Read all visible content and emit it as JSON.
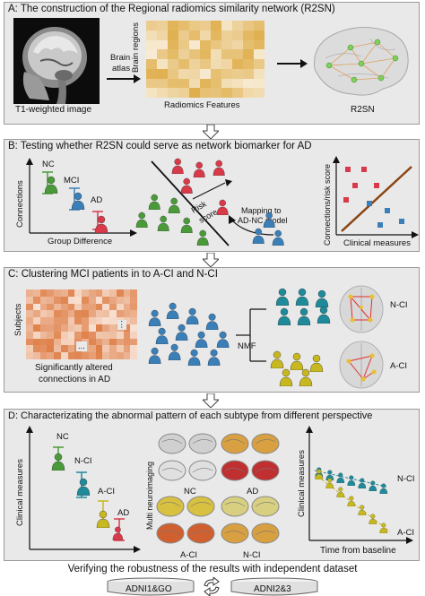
{
  "panel_a": {
    "title": "A: The construction of the Regional radiomics similarity network (R2SN)",
    "t1_label": "T1-weighted image",
    "brain_atlas": "Brain\natlas",
    "brain_atlas_l1": "Brain",
    "brain_atlas_l2": "atlas",
    "brain_regions": "Brain regions",
    "radiomics_features": "Radiomics Features",
    "r2sn_label": "R2SN"
  },
  "panel_b": {
    "title": "B: Testing whether R2SN could serve as network biomarker for AD",
    "nc": "NC",
    "mci": "MCI",
    "ad": "AD",
    "connections": "Connections",
    "group_difference": "Group Difference",
    "risk": "Risk",
    "score": "score",
    "mapping_l1": "Mapping to",
    "mapping_l2": "AD-NC model",
    "conn_risk": "Connections/risk score",
    "clinical_measures": "Clinical measures"
  },
  "panel_c": {
    "title": "C: Clustering MCI patients in to A-CI and N-CI",
    "subjects": "Subjects",
    "sig_l1": "Significantly altered",
    "sig_l2": "connections in AD",
    "nmf": "NMF",
    "nci": "N-CI",
    "aci": "A-CI",
    "dots": "...",
    "vdots": "⋮"
  },
  "panel_d": {
    "title": "D: Characterizating the abnormal pattern of each subtype from different perspective",
    "nc": "NC",
    "nci": "N-CI",
    "aci": "A-CI",
    "ad": "AD",
    "clinical_measures": "Clinical measures",
    "multi_neuro": "Multi neuroimaging",
    "brain_nc": "NC",
    "brain_ad": "AD",
    "brain_aci": "A-CI",
    "brain_nci": "N-CI",
    "clin_right": "Clinical measures",
    "time": "Time from baseline",
    "nci_right": "N-CI",
    "aci_right": "A-CI"
  },
  "footer": {
    "title": "Verifying the robustness of the results with independent dataset",
    "db1": "ADNI1&GO",
    "db2": "ADNI2&3"
  },
  "colors": {
    "panel_bg": "#e9e9e9",
    "nc_green": "#4a9a3a",
    "mci_blue": "#3a7fb8",
    "ad_red": "#d83a4a",
    "teal": "#1f8a9a",
    "olive": "#c8b820",
    "heatmap_a": "#e8b44a",
    "heatmap_c": "#d9824a",
    "trend_brown": "#8b4513"
  }
}
